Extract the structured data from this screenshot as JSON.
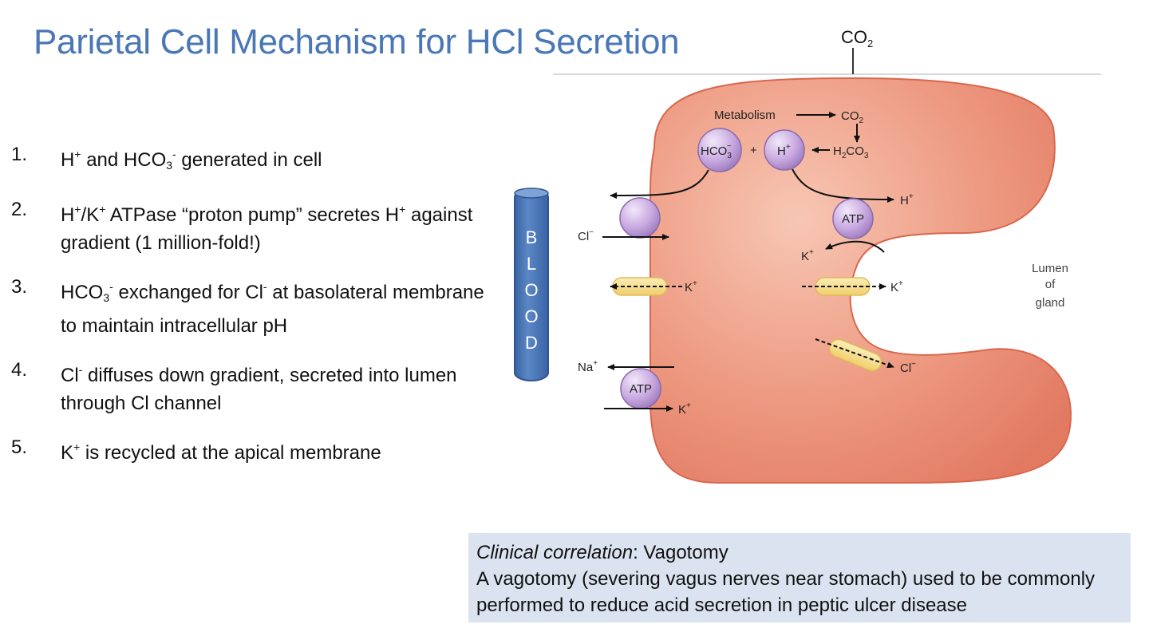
{
  "title": "Parietal Cell Mechanism for HCl Secretion",
  "steps": [
    {
      "num": "1.",
      "parts": [
        "H",
        "+",
        " and HCO",
        "3",
        "-",
        " generated in cell"
      ]
    },
    {
      "num": "2.",
      "parts": [
        "H",
        "+",
        "/K",
        "+",
        " ATPase “proton pump” secretes H",
        "+",
        " against gradient (1 million-fold!)"
      ]
    },
    {
      "num": "3.",
      "parts": [
        "HCO",
        "3",
        "-",
        " exchanged for Cl",
        "-",
        " at basolateral membrane to maintain intracellular pH"
      ]
    },
    {
      "num": "4.",
      "parts": [
        "Cl",
        "-",
        " diffuses down gradient, secreted into lumen through Cl channel"
      ]
    },
    {
      "num": "5.",
      "parts": [
        "K",
        "+",
        " is recycled at the apical membrane"
      ]
    }
  ],
  "diagram": {
    "co2_top": "CO",
    "co2_top_sub": "2",
    "metabolism": "Metabolism",
    "co2": "CO",
    "co2_sub": "2",
    "hco3": "HCO",
    "hco3_sub": "3",
    "hco3_sup": "−",
    "plus": "+",
    "h": "H",
    "h_sup": "+",
    "h2co3": "H",
    "h2co3_mid": "2",
    "h2co3_end": "CO",
    "h2co3_sub": "3",
    "blood_letters": [
      "B",
      "L",
      "O",
      "O",
      "D"
    ],
    "cl_left": "Cl",
    "cl_left_sup": "−",
    "k_left": "K",
    "k_left_sup": "+",
    "na": "Na",
    "na_sup": "+",
    "atp_left": "ATP",
    "k_left_bottom": "K",
    "k_left_bottom_sup": "+",
    "h_right": "H",
    "h_right_sup": "+",
    "atp_right": "ATP",
    "k_right_recycle": "K",
    "k_right_recycle_sup": "+",
    "k_right": "K",
    "k_right_sup": "+",
    "cl_right": "Cl",
    "cl_right_sup": "−",
    "lumen_lines": [
      "Lumen",
      "of",
      "gland"
    ]
  },
  "clinical": {
    "heading_italic": "Clinical correlation",
    "heading_rest": ": Vagotomy",
    "line1": "A vagotomy (severing vagus nerves near stomach) used to be commonly",
    "line2": "performed to reduce acid secretion in peptic ulcer disease"
  },
  "colors": {
    "title": "#4a77b6",
    "cell_fill": "#e9836c",
    "cell_highlight": "#f6c1ad",
    "transporter": "#c5a6dc",
    "channel": "#f6dd8a",
    "blood": "#4a77b6",
    "clinical_bg": "#dce3f0"
  }
}
